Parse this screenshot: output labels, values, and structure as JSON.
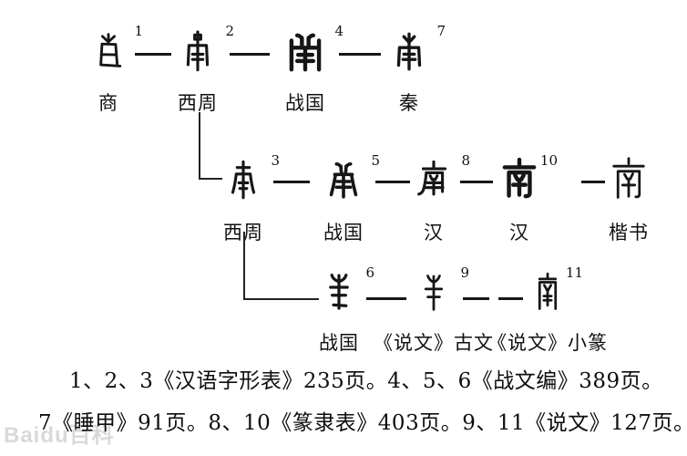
{
  "diagram": {
    "subject_char": "南",
    "rows": [
      {
        "items": [
          {
            "num": "1",
            "label": "商"
          },
          {
            "num": "2",
            "label": "西周"
          },
          {
            "num": "4",
            "label": "战国"
          },
          {
            "num": "7",
            "label": "秦"
          }
        ]
      },
      {
        "items": [
          {
            "num": "3",
            "label": "西周"
          },
          {
            "num": "5",
            "label": "战国"
          },
          {
            "num": "8",
            "label": "汉"
          },
          {
            "num": "10",
            "label": "汉"
          },
          {
            "num": "",
            "label": "楷书",
            "char": "南"
          }
        ]
      },
      {
        "items": [
          {
            "num": "6",
            "label": "战国"
          },
          {
            "num": "9",
            "label": "《说文》古文"
          },
          {
            "num": "11",
            "label": "《说文》小篆"
          }
        ]
      }
    ]
  },
  "citations": {
    "line1": "1、2、3《汉语字形表》235页。4、5、6《战文编》389页。",
    "line2": "7《睡甲》91页。8、10《篆隶表》403页。9、11《说文》127页。"
  },
  "watermark": "Baidu百科",
  "colors": {
    "ink": "#161616",
    "background": "#ffffff",
    "watermark": "#d9d9d9"
  }
}
